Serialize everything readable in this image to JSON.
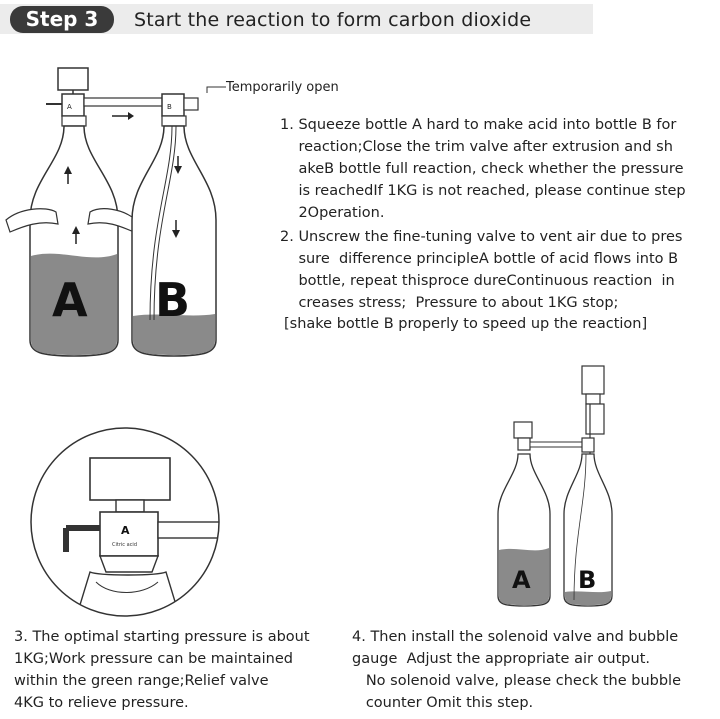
{
  "header": {
    "step_label": "Step 3",
    "title": "Start the reaction to form carbon dioxide"
  },
  "callout": {
    "text": "Temporarily open"
  },
  "bottles": {
    "a_label": "A",
    "b_label": "B",
    "closeup_bottle_label": "A",
    "closeup_sub_label": "Citric acid"
  },
  "instructions": {
    "step1": "1. Squeeze bottle A hard to make acid into bottle B for\n    reaction;Close the trim valve after extrusion and sh\n    akeB bottle full reaction, check whether the pressure\n    is reachedIf 1KG is not reached, please continue step\n    2Operation.",
    "step2": "2. Unscrew the fine-tuning valve to vent air due to pres\n    sure  difference principleA bottle of acid flows into B\n    bottle, repeat thisproce dureContinuous reaction  in\n    creases stress;  Pressure to about 1KG stop;",
    "step2_note": "[shake bottle B properly to speed up the reaction]",
    "step3": "3. The optimal starting pressure is about\n1KG;Work pressure can be maintained\nwithin the green range;Relief valve\n4KG to relieve pressure.",
    "step4": "4. Then install the solenoid valve and bubble\ngauge  Adjust the appropriate air output.\n   No solenoid valve, please check the bubble\n   counter Omit this step."
  },
  "colors": {
    "badge": "#3a3a3a",
    "header_bar": "#ececec",
    "liquid": "#8a8a8a",
    "line": "#333333"
  }
}
